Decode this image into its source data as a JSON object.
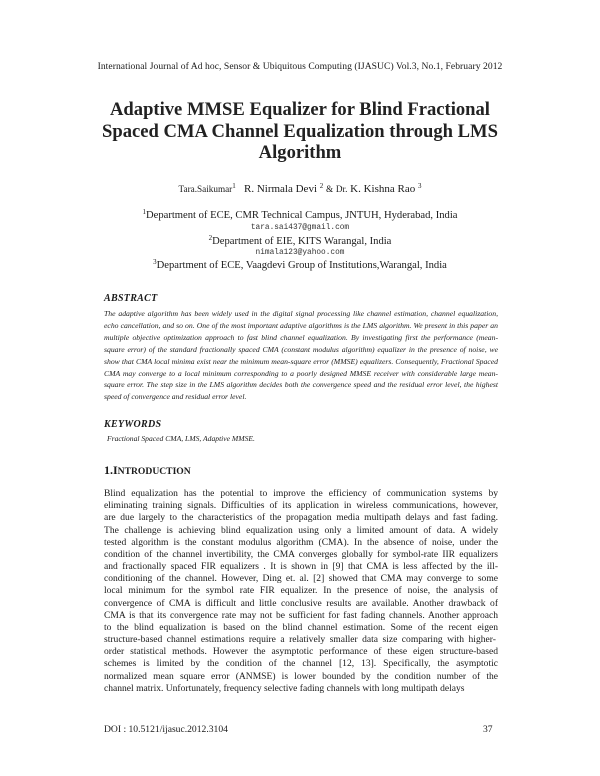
{
  "header": {
    "journal": "International Journal of Ad hoc, Sensor & Ubiquitous Computing (IJASUC) Vol.3, No.1, February 2012"
  },
  "paper": {
    "title_lines": [
      "Adaptive MMSE Equalizer for Blind Fractional",
      "Spaced CMA Channel Equalization through LMS",
      "Algorithm"
    ],
    "authors": {
      "author1": "Tara.Saikumar",
      "author1_sup": "1",
      "author2": "R. Nirmala Devi",
      "author2_sup": "2",
      "and": "&",
      "author3_prefix": "Dr.",
      "author3": "K. Kishna Rao",
      "author3_sup": "3"
    },
    "affiliations": [
      {
        "sup": "1",
        "text": "Department of ECE, CMR Technical Campus, JNTUH, Hyderabad, India",
        "email": "tara.sai437@gmail.com"
      },
      {
        "sup": "2",
        "text": "Department of EIE, KITS Warangal, India",
        "email": "nimala123@yahoo.com"
      },
      {
        "sup": "3",
        "text": "Department of ECE, Vaagdevi Group of Institutions,Warangal, India",
        "email": ""
      }
    ]
  },
  "abstract": {
    "heading": "ABSTRACT",
    "text": "The adaptive algorithm has been widely used in the digital signal processing like channel estimation, channel equalization, echo cancellation, and so on. One of the most important adaptive algorithms is the LMS algorithm. We present in this paper an multiple objective optimization approach to fast blind channel equalization. By investigating first the performance (mean-square error) of the standard fractionally spaced CMA (constant modulus algorithm) equalizer in the presence of noise, we show that CMA local minima exist near the minimum mean-square error (MMSE) equalizers. Consequently, Fractional Spaced CMA may converge to a local minimum corresponding to a poorly designed MMSE receiver with considerable large mean-square error. The step size in the LMS algorithm decides both the convergence speed and the residual error level, the highest speed of convergence and residual error level."
  },
  "keywords": {
    "heading": "KEYWORDS",
    "text": "Fractional Spaced CMA, LMS, Adaptive MMSE."
  },
  "introduction": {
    "number": "1.",
    "heading_cap": "I",
    "heading_rest": "NTRODUCTION",
    "lines": [
      "Blind equalization has the potential to improve the efficiency of communication systems by",
      "eliminating training signals. Difficulties of its application in wireless communications, however,",
      "are due largely to the characteristics of the propagation media multipath delays and fast fading.",
      "The challenge is achieving blind equalization using only a limited amount of data. A widely",
      "tested algorithm is the constant modulus algorithm (CMA). In the absence of noise, under the",
      "condition of the channel invertibility, the CMA converges globally for symbol-rate IIR equalizers",
      "and fractionally spaced FIR equalizers . It is shown in [9] that CMA is less affected by the ill-",
      "conditioning of the channel. However, Ding et. al. [2] showed that CMA may converge to some",
      "local minimum for the symbol rate FIR equalizer. In the presence of noise, the analysis of",
      "convergence of CMA is difficult and little conclusive results are available. Another drawback of",
      "CMA is that its convergence rate may not be sufficient for fast fading channels. Another approach",
      "to the blind equalization is based on the blind channel estimation. Some of the recent eigen",
      "structure-based channel estimations  require a relatively smaller data size comparing with higher-",
      "order statistical methods. However the asymptotic performance of these eigen structure-based",
      "schemes is limited by the condition of the channel [12, 13]. Specifically, the asymptotic",
      "normalized mean square error (ANMSE) is lower bounded by the condition number of the",
      "channel matrix. Unfortunately, frequency selective fading channels with long multipath delays"
    ]
  },
  "footer": {
    "doi": "DOI : 10.5121/ijasuc.2012.3104",
    "page_number": "37"
  }
}
